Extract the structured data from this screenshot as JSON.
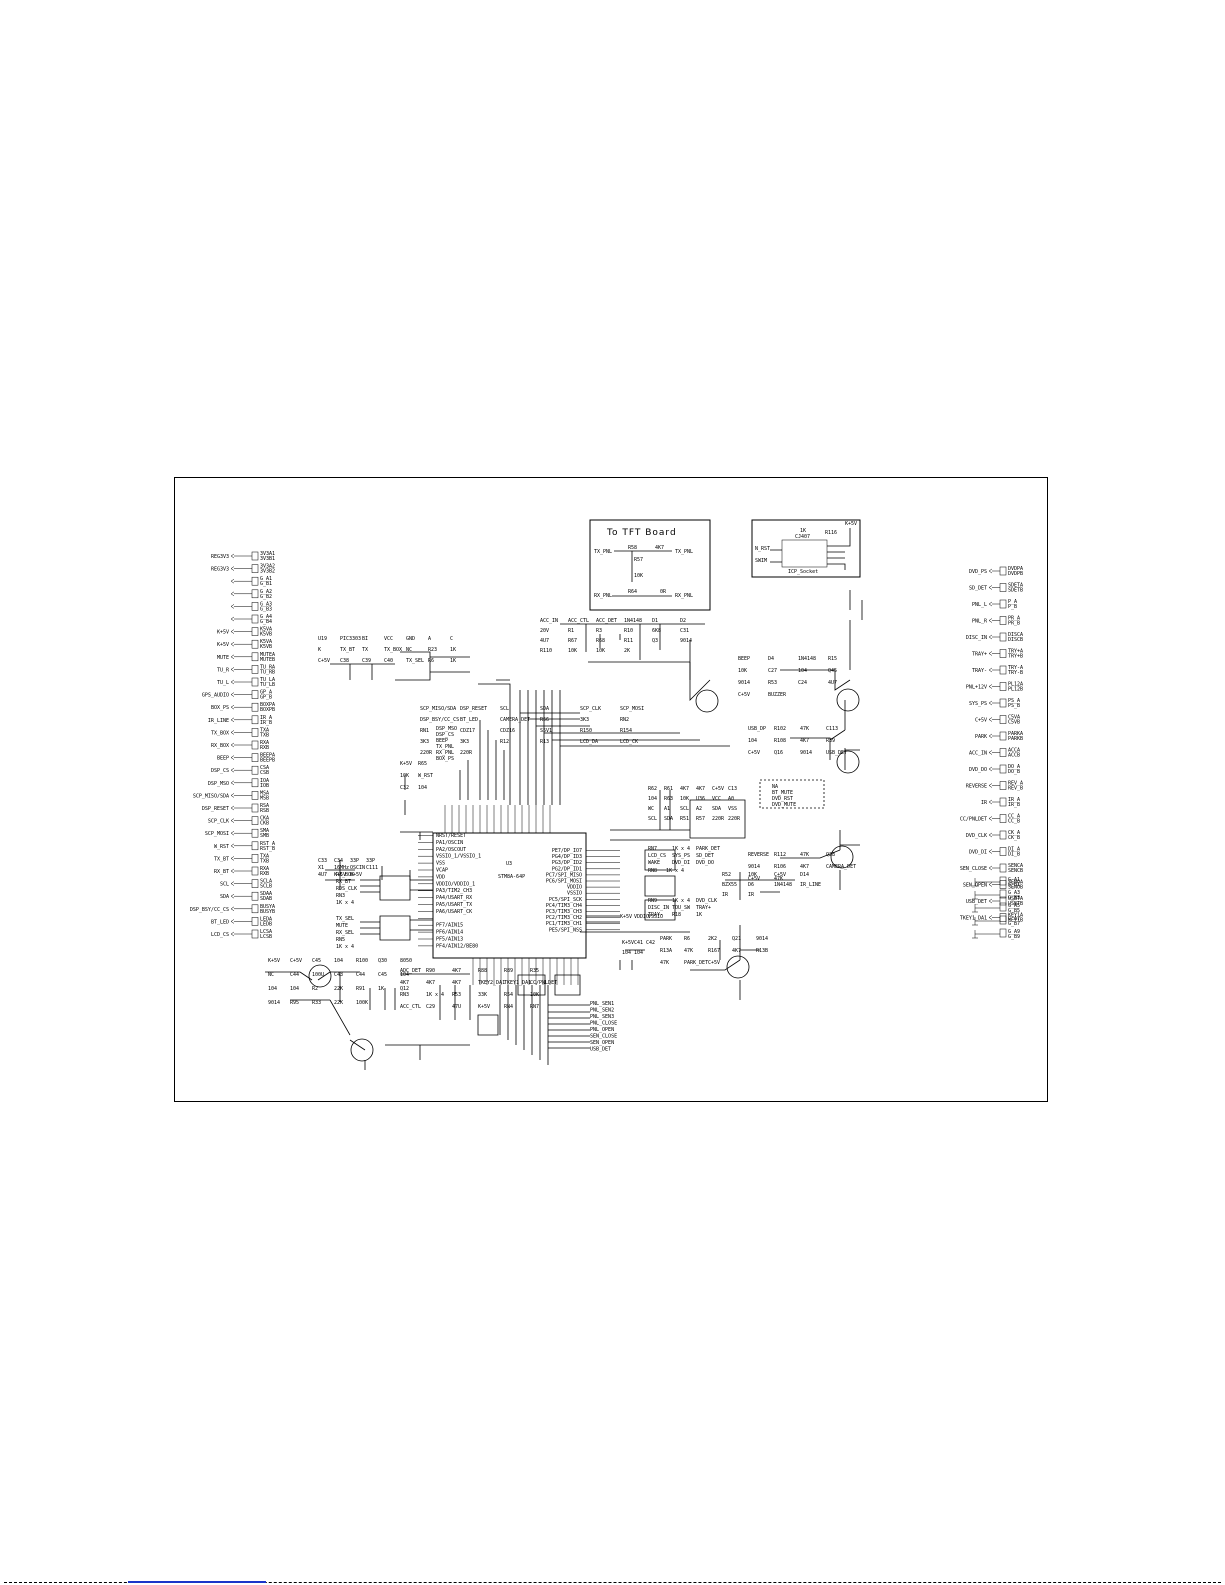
{
  "tft_board": {
    "title": "To TFT Board",
    "nets": [
      "TX_PNL",
      "TX_PNL",
      "RX_PNL",
      "RX_PNL"
    ],
    "parts": [
      "R58",
      "4K7",
      "R57",
      "10K",
      "R64",
      "0R"
    ]
  },
  "icp_socket": {
    "label": "ICP_Socket",
    "part": "CJ407",
    "nets": [
      "N_RST",
      "SWIM",
      "K+5V"
    ],
    "r": "R116",
    "rv": "1K"
  },
  "mcu": {
    "name": "STM8A-64P",
    "ref": "U3",
    "left_pins": [
      "NRST/RESET",
      "PA1/OSCIN",
      "PA2/OSCOUT",
      "VSSIO_1/VSSIO_1",
      "VSS",
      "VCAP",
      "VDD",
      "VDDIO/VDDIO_1",
      "PA3/TIM2_CH3",
      "PA4/USART_RX",
      "PA5/USART_TX",
      "PA6/USART_CK",
      "",
      "PF7/AIN15",
      "PF6/AIN14",
      "PF5/AIN13",
      "PF4/AIN12/BE80"
    ],
    "right_pins": [
      "PE7/DP_IO7",
      "PG4/DP_ID3",
      "PG3/DP_ID2",
      "PG2/DP_ID1",
      "PC7/SPI_MISO",
      "PC6/SPI_MOSI",
      "VDDIO",
      "VSSIO",
      "PC5/SPI_SCK",
      "PC4/TIM3_CH4",
      "PC3/TIM3_CH3",
      "PC2/TIM3_CH2",
      "PC1/TIM3_CH1",
      "PE5/SPI_NSS"
    ]
  },
  "left_connectors": [
    "REG3V3",
    "REG3V3",
    "",
    "",
    "",
    "",
    "K+5V",
    "K+5V",
    "MUTE",
    "TU_R",
    "TU_L",
    "GPS_AUDIO",
    "BOX_PS",
    "IR_LINE",
    "TX_BOX",
    "RX_BOX",
    "BEEP",
    "DSP_CS",
    "DSP_MSO",
    "SCP_MISO/SDA",
    "DSP_RESET",
    "SCP_CLK",
    "SCP_MOSI",
    "W_RST",
    "TX_BT",
    "RX_BT",
    "SCL",
    "SDA",
    "DSP_BSY/CC_CS",
    "BT_LED",
    "LCD_CS"
  ],
  "left_pins": [
    [
      "3V3A1",
      "3V3B1"
    ],
    [
      "3V3A2",
      "3V3B2"
    ],
    [
      "G_A1",
      "G_B1"
    ],
    [
      "G_A2",
      "G_B2"
    ],
    [
      "G_A3",
      "G_B3"
    ],
    [
      "G_A4",
      "G_B4"
    ],
    [
      "K5VA",
      "K5VB"
    ],
    [
      "K5VA",
      "K5VB"
    ],
    [
      "MUTEA",
      "MUTEB"
    ],
    [
      "TU_RA",
      "TU_RB"
    ],
    [
      "TU_LA",
      "TU_LB"
    ],
    [
      "GP_A",
      "GP_B"
    ],
    [
      "BOXPA",
      "BOXPB"
    ],
    [
      "IR_A",
      "IR_B"
    ],
    [
      "TXA",
      "TXB"
    ],
    [
      "RXA",
      "RXB"
    ],
    [
      "BEEPA",
      "BEEPB"
    ],
    [
      "CSA",
      "CSB"
    ],
    [
      "IOA",
      "IOB"
    ],
    [
      "MSA",
      "MSB"
    ],
    [
      "RSA",
      "RSB"
    ],
    [
      "CKA",
      "CKB"
    ],
    [
      "SMA",
      "SMB"
    ],
    [
      "RST_A",
      "RST_B"
    ],
    [
      "TXA",
      "TXB"
    ],
    [
      "RXA",
      "RXB"
    ],
    [
      "SCLA",
      "SCLB"
    ],
    [
      "SDAA",
      "SDAB"
    ],
    [
      "BUSYA",
      "BUSYB"
    ],
    [
      "LEDA",
      "LEDB"
    ],
    [
      "LCSA",
      "LCSB"
    ]
  ],
  "right_connectors": [
    "DVD_PS",
    "SD_DET",
    "PNL_L",
    "PNL_R",
    "DISC_IN",
    "TRAY+",
    "TRAY-",
    "PNL+12V",
    "SYS_PS",
    "C+5V",
    "PARK",
    "ACC_IN",
    "DVD_DO",
    "REVERSE",
    "IR",
    "CC/PNLDET",
    "DVD_CLK",
    "DVD_DI",
    "SEN_CLOSE",
    "SEN_OPEN",
    "USB_DET",
    "TKEY1_DA1"
  ],
  "right_pins": [
    [
      "DVDPA",
      "DVDPB"
    ],
    [
      "SDETA",
      "SDETB"
    ],
    [
      "P_A",
      "P_B"
    ],
    [
      "PR_A",
      "PR_B"
    ],
    [
      "DISCA",
      "DISCB"
    ],
    [
      "TRY+A",
      "TRY+B"
    ],
    [
      "TRY-A",
      "TRY-B"
    ],
    [
      "PL12A",
      "PL12B"
    ],
    [
      "PS_A",
      "PS_B"
    ],
    [
      "C5VA",
      "C5VB"
    ],
    [
      "PARKA",
      "PARKB"
    ],
    [
      "ACCA",
      "ACCB"
    ],
    [
      "DO_A",
      "DO_B"
    ],
    [
      "REV_A",
      "REV_B"
    ],
    [
      "IR_A",
      "IR_B"
    ],
    [
      "CC_A",
      "CC_B"
    ],
    [
      "CK_A",
      "CK_B"
    ],
    [
      "DI_A",
      "DI_B"
    ],
    [
      "SENCA",
      "SENCB"
    ],
    [
      "SENOA",
      "SENOB"
    ],
    [
      "USBTA",
      "USBTB"
    ],
    [
      "KEY1A",
      "KEY1B"
    ]
  ],
  "right_ground_pins": [
    "G_A1",
    "G_B1",
    "G_A3",
    "G_B3",
    "G_A5",
    "G_B5",
    "G_A7",
    "G_B7",
    "G_A9",
    "G_B9"
  ],
  "net_labels": {
    "acc": [
      "ACC_IN",
      "ACC_CTL",
      "ACC_DET",
      "1N4148",
      "D1",
      "D2",
      "20V",
      "R1",
      "R3",
      "R10",
      "6K8",
      "C31",
      "4U7",
      "R67",
      "R68",
      "R11",
      "Q3",
      "9014",
      "R110",
      "10K",
      "10K",
      "2K"
    ],
    "u19": [
      "U19",
      "PIC3303",
      "BI",
      "VCC",
      "GND",
      "A",
      "C",
      "K",
      "TX_BT",
      "TX",
      "TX_BOX",
      "NC",
      "R23",
      "1K",
      "C+5V",
      "C38",
      "C39",
      "C40",
      "TX_SEL",
      "R6",
      "1K"
    ],
    "spi": [
      "SCP_MISO/SDA",
      "DSP_RESET",
      "SCL",
      "SDA",
      "SCP_CLK",
      "SCP_MOSI",
      "DSP_BSY/CC_CS",
      "BT_LED",
      "CAMERA_DET",
      "R56",
      "3K3",
      "RN2",
      "RN1",
      "CDZ17",
      "CDZ16",
      "S5V1",
      "R150",
      "R154",
      "3K3",
      "3K3",
      "R12",
      "R13",
      "LCD_DA",
      "LCD_CK",
      "220R",
      "220R"
    ],
    "small_left": [
      "DSP_MSO",
      "DSP_CS",
      "BEEP",
      "TX_PNL",
      "RX_PNL",
      "BOX_PS"
    ],
    "nrst": [
      "K+5V",
      "R65",
      "10K",
      "W_RST",
      "C32",
      "104"
    ],
    "osc": [
      "C33",
      "C34",
      "33P",
      "33P",
      "X1",
      "16MHz",
      "OSCIN",
      "C111",
      "4U7",
      "K+5V",
      "K+5V"
    ],
    "rn3": [
      "RX_BOX",
      "RX_BT",
      "RDS_CLK",
      "RN3",
      "1K x 4"
    ],
    "rn5": [
      "TX_SEL",
      "MUTE",
      "RX_SEL",
      "RN5",
      "1K x 4"
    ],
    "rn7": [
      "RN7",
      "1K x 4",
      "PARK_DET",
      "LCD_CS",
      "SYS_PS",
      "SD_DET",
      "WAKE",
      "DVD_DI",
      "DVD_DO"
    ],
    "rn8": [
      "RN8",
      "1K x 4"
    ],
    "rn9": [
      "RN9",
      "1K x 4",
      "DVD_CLK",
      "DISC_IN",
      "TOU_SW",
      "TRAY+",
      "TRAY-",
      "R18",
      "1K"
    ],
    "eeprom": [
      "R62",
      "R61",
      "4K7",
      "4K7",
      "C+5V",
      "C13",
      "104",
      "R63",
      "10K",
      "U36",
      "VCC",
      "A0",
      "WC",
      "A1",
      "SCL",
      "A2",
      "SDA",
      "VSS",
      "SCL",
      "SDA",
      "R51",
      "R57",
      "220R",
      "220R"
    ],
    "na": [
      "NA",
      "BT_MUTE",
      "DVD_RST",
      "DVD_MUTE"
    ],
    "usb": [
      "USB_DP",
      "R102",
      "47K",
      "C113",
      "104",
      "R108",
      "4K7",
      "R39",
      "C+5V",
      "Q16",
      "9014",
      "USB_DET"
    ],
    "beep": [
      "BEEP",
      "D4",
      "1N4148",
      "R15",
      "10K",
      "C27",
      "104",
      "Q45",
      "9014",
      "R53",
      "C24",
      "4U7",
      "C+5V",
      "BUZZER"
    ],
    "rev": [
      "REVERSE",
      "R112",
      "47K",
      "Q28",
      "9014",
      "R106",
      "4K7",
      "CAMERA_DET",
      "C+5V",
      "47K"
    ],
    "irline": [
      "R52",
      "10K",
      "C+5V",
      "D14",
      "BZX55",
      "D6",
      "1N4148",
      "IR_LINE",
      "IR",
      "IR"
    ],
    "park": [
      "PARK",
      "R6",
      "2K2",
      "Q21",
      "9014",
      "R13A",
      "47K",
      "R167",
      "4K7",
      "R13B",
      "47K",
      "PARK_DET",
      "C+5V"
    ],
    "bottom_left": [
      "K+5V",
      "C+5V",
      "C45",
      "104",
      "R100",
      "Q30",
      "8050",
      "NC",
      "C44",
      "100U",
      "C43",
      "C44",
      "C45",
      "104",
      "104",
      "104",
      "R2",
      "22K",
      "R91",
      "1K",
      "Q12",
      "9014",
      "R95",
      "R33",
      "22K",
      "100K"
    ],
    "bottom_mid": [
      "ADC_DET",
      "R90",
      "4K7",
      "R88",
      "R89",
      "R35",
      "4K7",
      "4K7",
      "4K7",
      "TKEY2_DA1",
      "TKEY1_DA1",
      "CC/PNLDET",
      "RN3",
      "1K x 4",
      "R53",
      "33K",
      "R54",
      "10K",
      "ACC_CTL",
      "C29",
      "47U",
      "K+5V",
      "RN4",
      "RN7"
    ],
    "bottom_right": [
      "PNL_SEN1",
      "PNL_SEN2",
      "PNL_SEN3",
      "PNL_CLOSE",
      "PNL_OPEN",
      "SEN_CLOSE",
      "SEN_OPEN",
      "USB_DET"
    ],
    "c41": [
      "K+5V",
      "C41",
      "C42",
      "104",
      "104"
    ],
    "vdd": [
      "K+5V",
      "VDDIO",
      "VSSIO"
    ]
  }
}
